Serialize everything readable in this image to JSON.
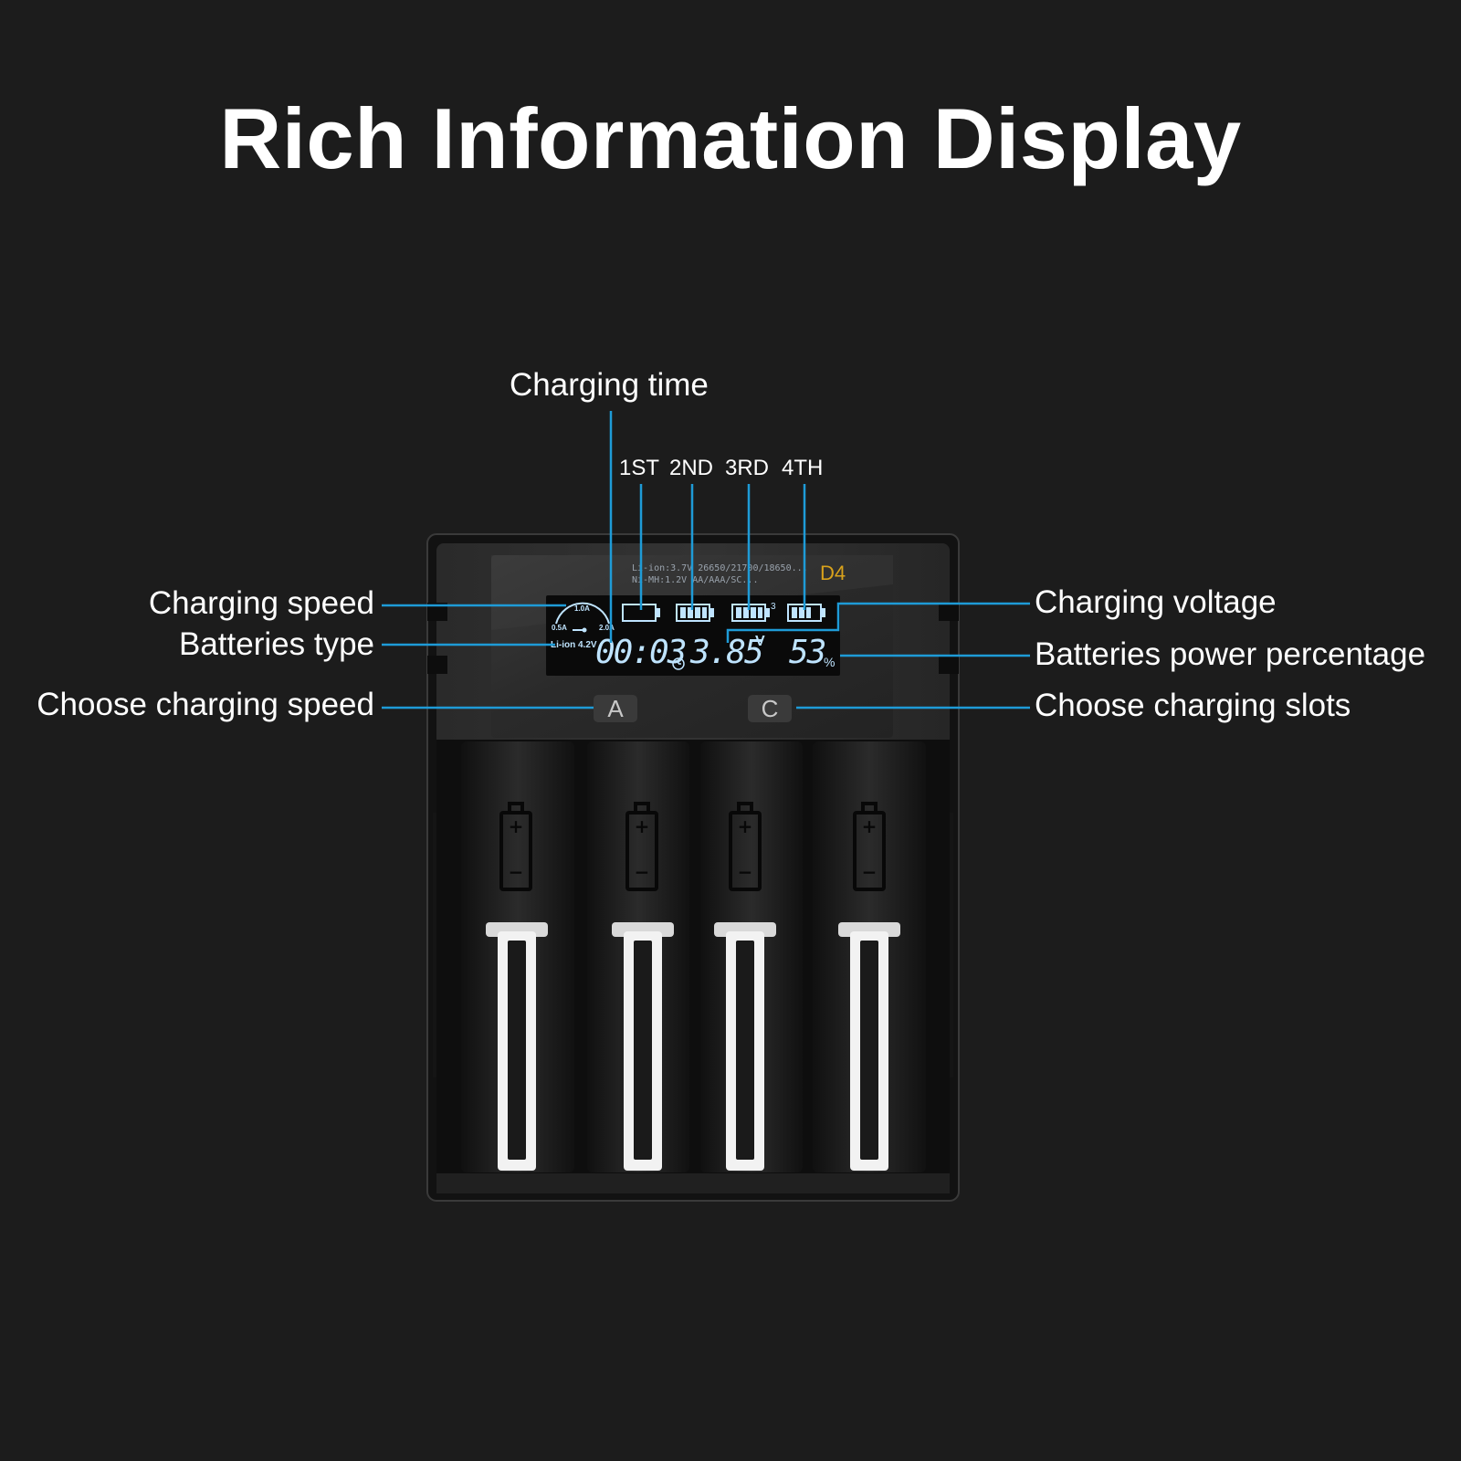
{
  "title": "Rich Information Display",
  "callouts": {
    "charging_time": "Charging time",
    "charging_speed": "Charging speed",
    "batteries_type": "Batteries type",
    "choose_charging_speed": "Choose charging speed",
    "charging_voltage": "Charging voltage",
    "batteries_power_percentage": "Batteries power percentage",
    "choose_charging_slots": "Choose charging slots"
  },
  "slots": [
    "1ST",
    "2ND",
    "3RD",
    "4TH"
  ],
  "lcd": {
    "spec_line_1": "Li-ion:3.7V 26650/21700/18650...",
    "spec_line_2": "Ni-MH:1.2V AA/AAA/SC...",
    "model": "D4",
    "speed_top": "1.0A",
    "speed_left": "0.5A",
    "speed_right": "2.0A",
    "battery_type": "Li-ion 4.2V",
    "time": "00:03",
    "voltage": "3.85",
    "voltage_unit": "V",
    "percent": "53",
    "percent_unit": "%",
    "slot_indicator": "3"
  },
  "buttons": {
    "a": "A",
    "c": "C"
  },
  "colors": {
    "background": "#1c1c1c",
    "callout_line": "#1e9bd7",
    "lcd_text": "#bfe4ff",
    "model_accent": "#d9a21b"
  }
}
